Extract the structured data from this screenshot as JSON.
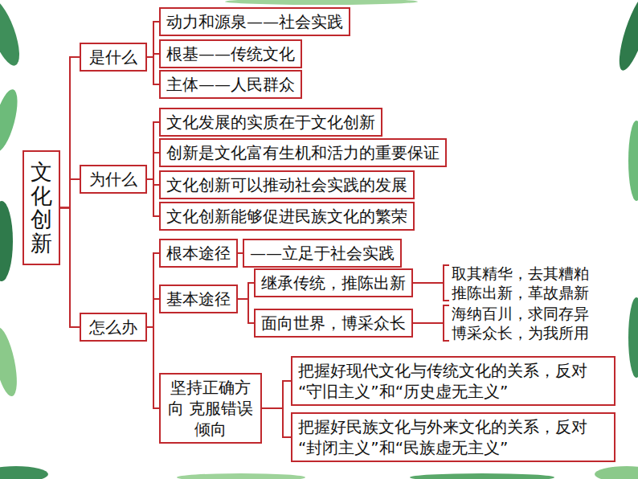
{
  "diagram": {
    "nodes": [
      {
        "text": [
          "文化创新"
        ]
      },
      {
        "text": [
          "是什么"
        ]
      },
      {
        "text": [
          "动力和源泉——社会实践"
        ]
      },
      {
        "text": [
          "根基——传统文化"
        ]
      },
      {
        "text": [
          "主体——人民群众"
        ]
      },
      {
        "text": [
          "为什么"
        ]
      },
      {
        "text": [
          "文化发展的实质在于文化创新"
        ]
      },
      {
        "text": [
          "创新是文化富有生机和活力的重要保证"
        ]
      },
      {
        "text": [
          "文化创新可以推动社会实践的发展"
        ]
      },
      {
        "text": [
          "文化创新能够促进民族文化的繁荣"
        ]
      },
      {
        "text": [
          "怎么办"
        ]
      },
      {
        "text": [
          "根本途径"
        ]
      },
      {
        "text": [
          "——立足于社会实践"
        ]
      },
      {
        "text": [
          "基本途径"
        ]
      },
      {
        "text": [
          "继承传统，推陈出新"
        ]
      },
      {
        "text": [
          "面向世界，博采众长"
        ]
      },
      {
        "text": [
          "坚持正确方向 克服错误倾向"
        ]
      },
      {
        "text": [
          "把握好现代文化与传统文化的关系，反对“守旧主义”和“历史虚无主义”"
        ]
      },
      {
        "text": [
          "把握好民族文化与外来文化的关系，反对“封闭主义”和“民族虚无主义”"
        ]
      }
    ],
    "edges": [
      {
        "from": 0,
        "to": 1,
        "arrow": "none"
      },
      {
        "from": 0,
        "to": 5,
        "arrow": "none"
      },
      {
        "from": 0,
        "to": 10,
        "arrow": "none"
      },
      {
        "from": 1,
        "to": 2,
        "arrow": "none"
      },
      {
        "from": 1,
        "to": 3,
        "arrow": "none"
      },
      {
        "from": 1,
        "to": 4,
        "arrow": "none"
      },
      {
        "from": 5,
        "to": 6,
        "arrow": "none"
      },
      {
        "from": 5,
        "to": 7,
        "arrow": "none"
      },
      {
        "from": 5,
        "to": 8,
        "arrow": "none"
      },
      {
        "from": 5,
        "to": 9,
        "arrow": "none"
      },
      {
        "from": 10,
        "to": 11,
        "arrow": "none"
      },
      {
        "from": 10,
        "to": 13,
        "arrow": "none"
      },
      {
        "from": 10,
        "to": 16,
        "arrow": "none"
      },
      {
        "from": 11,
        "to": 12,
        "arrow": "none"
      },
      {
        "from": 13,
        "to": 14,
        "arrow": "none"
      },
      {
        "from": 13,
        "to": 15,
        "arrow": "none"
      },
      {
        "from": 16,
        "to": 17,
        "arrow": "none"
      },
      {
        "from": 16,
        "to": 18,
        "arrow": "none"
      }
    ],
    "labels": [
      "取其精华，去其糟粕",
      "推陈出新，革故鼎新",
      "海纳百川，求同存异",
      "博采众长，为我所用"
    ]
  }
}
